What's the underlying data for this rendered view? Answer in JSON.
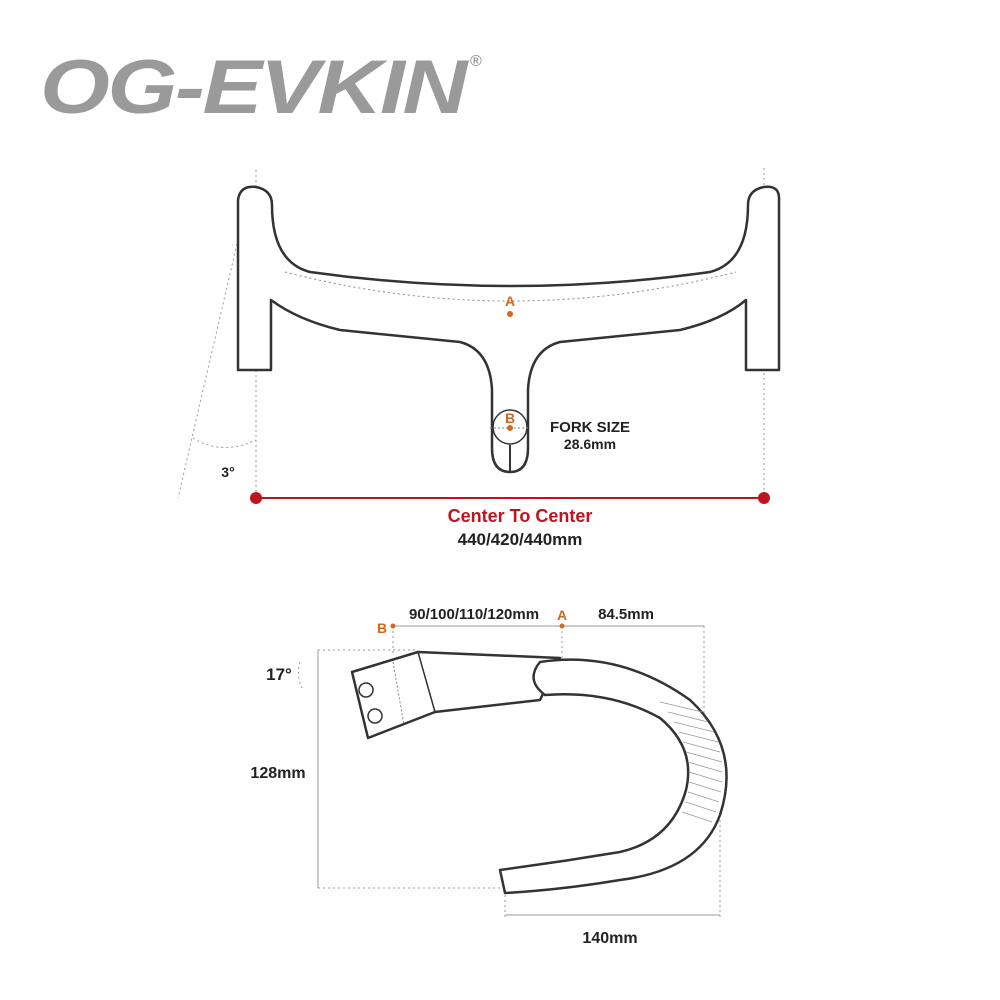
{
  "brand": {
    "logo_text": "OG-EVKIN",
    "registered_mark": "®"
  },
  "top_view": {
    "point_a_label": "A",
    "point_b_label": "B",
    "fork_size_label": "FORK SIZE",
    "fork_size_value": "28.6mm",
    "flare_angle": "3°",
    "center_to_center_label": "Center To Center",
    "center_to_center_value": "440/420/440mm"
  },
  "side_view": {
    "point_b_label": "B",
    "point_a_label": "A",
    "stem_lengths": "90/100/110/120mm",
    "reach": "84.5mm",
    "stem_angle": "17°",
    "drop": "128mm",
    "width": "140mm"
  },
  "colors": {
    "outline": "#333333",
    "dim_line": "#888888",
    "accent_orange": "#d2691e",
    "accent_red": "#c0141c",
    "logo_gray": "#9a9a9a",
    "text": "#222222"
  }
}
